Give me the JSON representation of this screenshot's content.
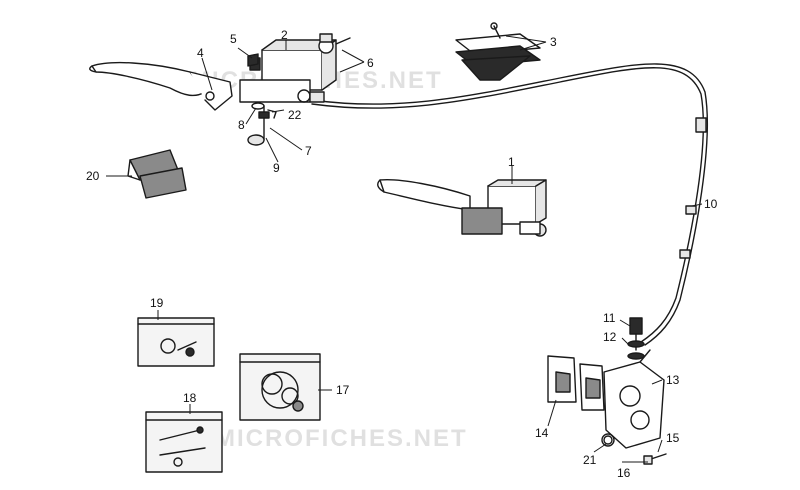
{
  "watermark": "MICROFICHES.NET",
  "callouts": {
    "c1": "1",
    "c2": "2",
    "c3": "3",
    "c4": "4",
    "c5": "5",
    "c6": "6",
    "c7": "7",
    "c8": "8",
    "c9": "9",
    "c10": "10",
    "c11": "11",
    "c12": "12",
    "c13": "13",
    "c14": "14",
    "c15": "15",
    "c16": "16",
    "c17": "17",
    "c18": "18",
    "c19": "19",
    "c20": "20",
    "c21": "21",
    "c22": "22"
  }
}
